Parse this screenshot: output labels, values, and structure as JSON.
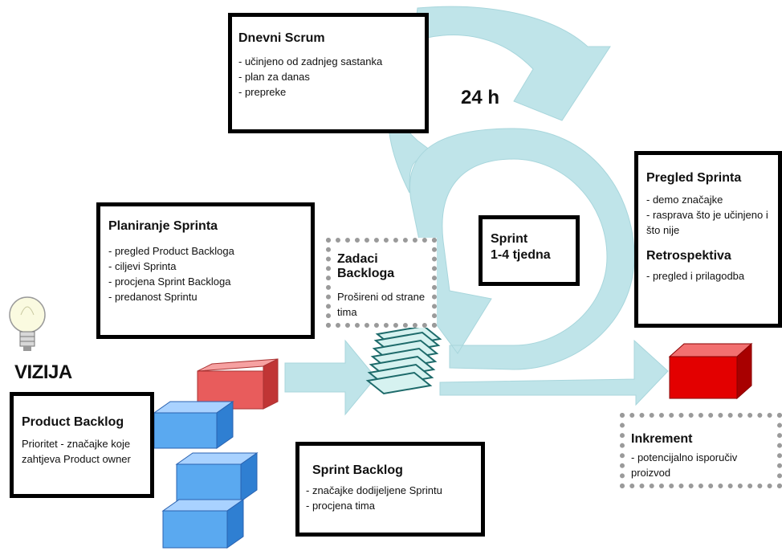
{
  "vision_label": "VIZIJA",
  "cycle_label": "24 h",
  "daily_scrum": {
    "title": "Dnevni Scrum",
    "items": [
      "- učinjeno od zadnjeg sastanka",
      "- plan za danas",
      "- prepreke"
    ]
  },
  "sprint_planning": {
    "title": "Planiranje Sprinta",
    "items": [
      "- pregled Product Backloga",
      "- ciljevi Sprinta",
      "- procjena Sprint Backloga",
      "- predanost Sprintu"
    ]
  },
  "backlog_tasks": {
    "title": "Zadaci Backloga",
    "text": "Prošireni od strane tima"
  },
  "sprint": {
    "title": "Sprint",
    "duration": "1-4 tjedna"
  },
  "sprint_review": {
    "title": "Pregled Sprinta",
    "items": [
      "- demo značajke",
      "- rasprava što je učinjeno i što nije"
    ],
    "retro_title": "Retrospektiva",
    "retro_items": [
      "- pregled i prilagodba"
    ]
  },
  "product_backlog": {
    "title": "Product Backlog",
    "text": "Prioritet - značajke koje zahtjeva Product owner"
  },
  "sprint_backlog": {
    "title": "Sprint Backlog",
    "items": [
      "- značajke dodijeljene Sprintu",
      "- procjena tima"
    ]
  },
  "increment": {
    "title": "Inkrement",
    "text": "- potencijalno isporučiv proizvod"
  },
  "colors": {
    "arrow": "#bfe4e9",
    "box_red": "#e30000",
    "box_blue": "#5aa9f0",
    "sheet": "#d6f2f0"
  }
}
